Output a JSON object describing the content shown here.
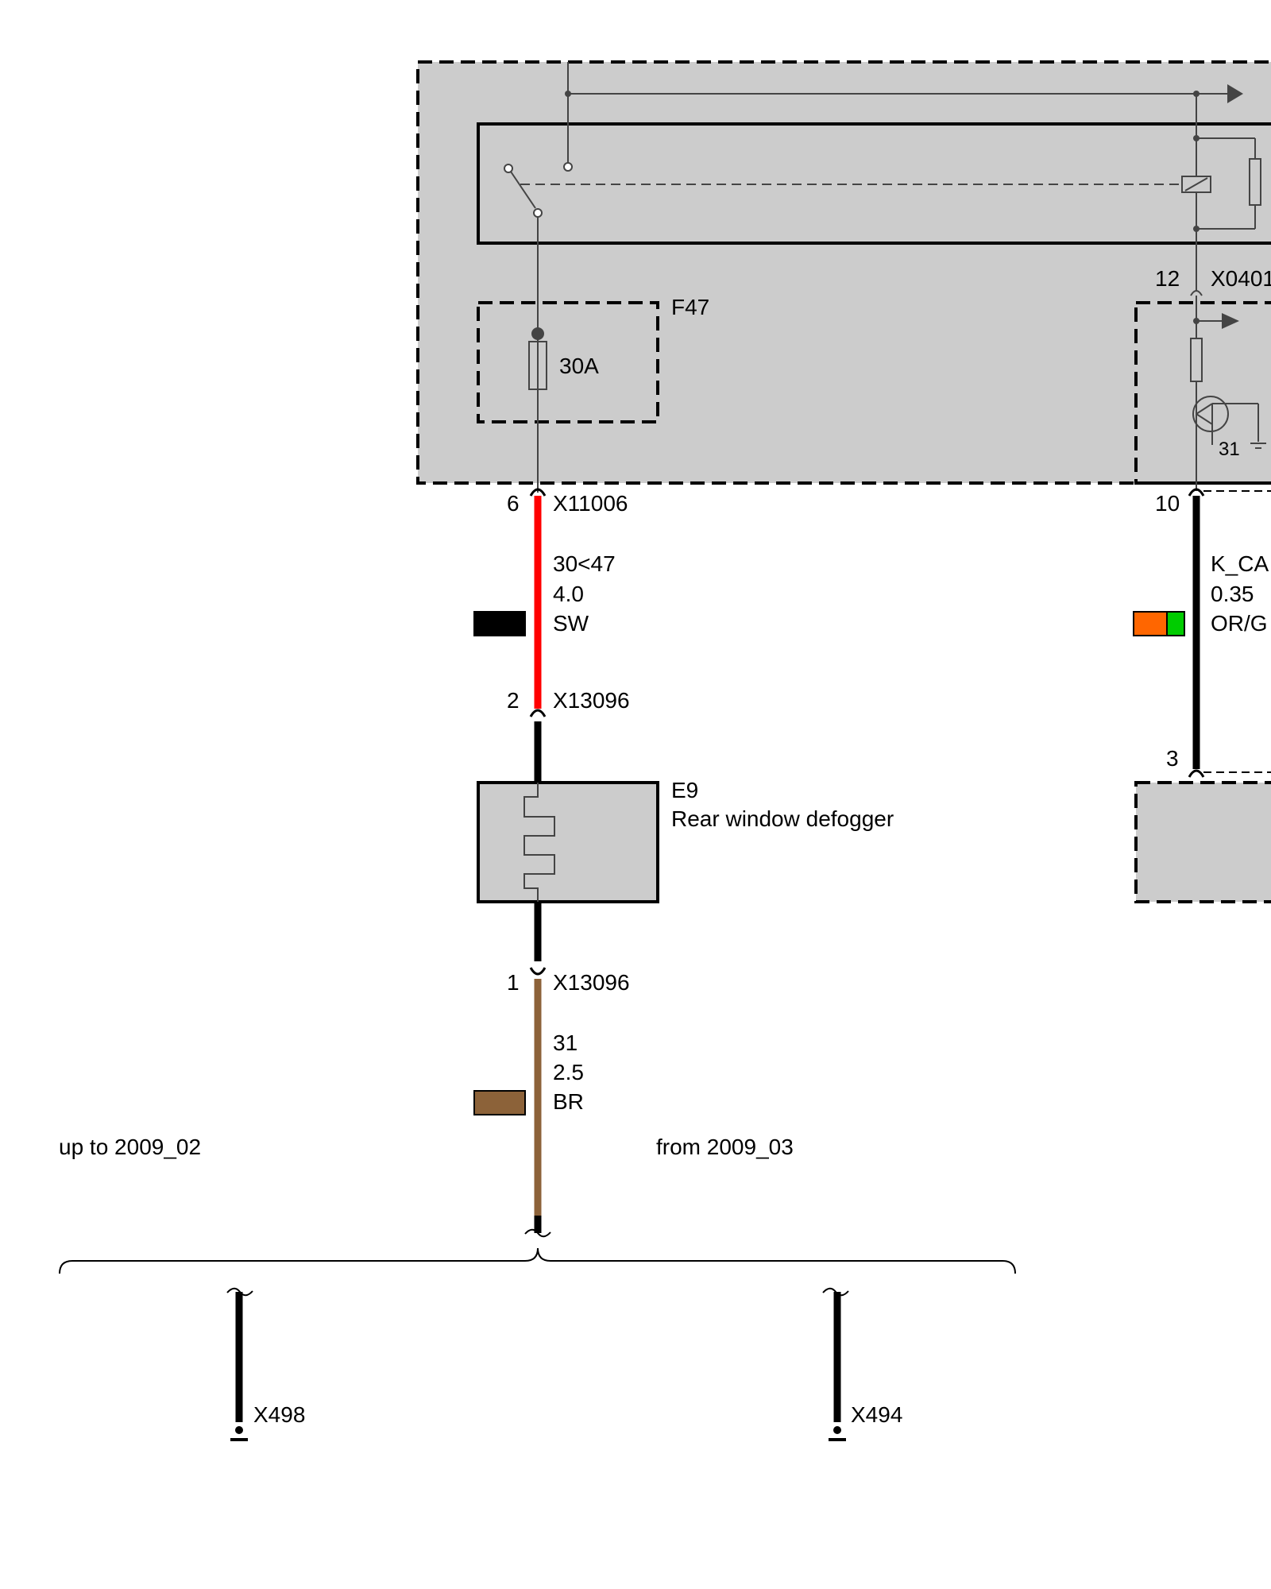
{
  "colors": {
    "module_fill": "#cccccc",
    "wire_red": "#ff0000",
    "wire_black": "#000000",
    "wire_brown": "#8c6239",
    "swatch_orange": "#ff6600",
    "swatch_green": "#00cc00"
  },
  "module": {
    "fuse_id": "F47",
    "fuse_rating": "30A",
    "connector_right_pin": "12",
    "connector_right_id": "X0401",
    "ground_label": "31"
  },
  "wire_power": {
    "top_pin": "6",
    "top_connector": "X11006",
    "circuit": "30<47",
    "gauge": "4.0",
    "color_code": "SW",
    "bottom_pin": "2",
    "bottom_connector": "X13096"
  },
  "wire_can": {
    "top_pin": "10",
    "signal": "K_CA",
    "gauge": "0.35",
    "color_code": "OR/G",
    "bottom_pin": "3"
  },
  "component": {
    "id": "E9",
    "name": "Rear window defogger"
  },
  "wire_ground": {
    "top_pin": "1",
    "top_connector": "X13096",
    "circuit": "31",
    "gauge": "2.5",
    "color_code": "BR"
  },
  "variants": {
    "left_label": "up to 2009_02",
    "right_label": "from 2009_03",
    "left_ground": "X498",
    "right_ground": "X494"
  }
}
